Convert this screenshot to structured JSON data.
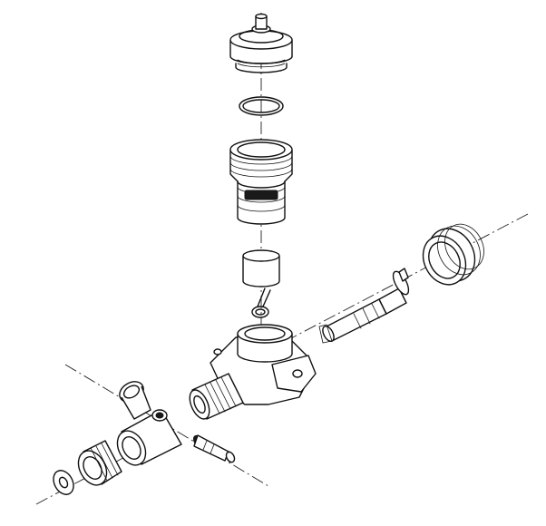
{
  "drawing": {
    "type": "exploded-view",
    "line_color": "#111111",
    "background_color": "#ffffff",
    "parts": [
      {
        "id": "valve-cap",
        "icon": "threaded-cap-icon"
      },
      {
        "id": "o-ring",
        "icon": "ring-icon"
      },
      {
        "id": "valve-insert",
        "icon": "cartridge-icon"
      },
      {
        "id": "cylinder-slug",
        "icon": "cylinder-icon"
      },
      {
        "id": "retaining-clip",
        "icon": "clip-icon"
      },
      {
        "id": "valve-body",
        "icon": "fitting-body-icon"
      },
      {
        "id": "spindle",
        "icon": "shaft-icon"
      },
      {
        "id": "end-cap",
        "icon": "end-cap-icon"
      },
      {
        "id": "elbow-fitting",
        "icon": "elbow-icon"
      },
      {
        "id": "tee-fitting",
        "icon": "tee-icon"
      },
      {
        "id": "union-nut",
        "icon": "nut-icon"
      },
      {
        "id": "washer",
        "icon": "washer-icon"
      },
      {
        "id": "nipple-pin",
        "icon": "pin-icon"
      }
    ]
  }
}
